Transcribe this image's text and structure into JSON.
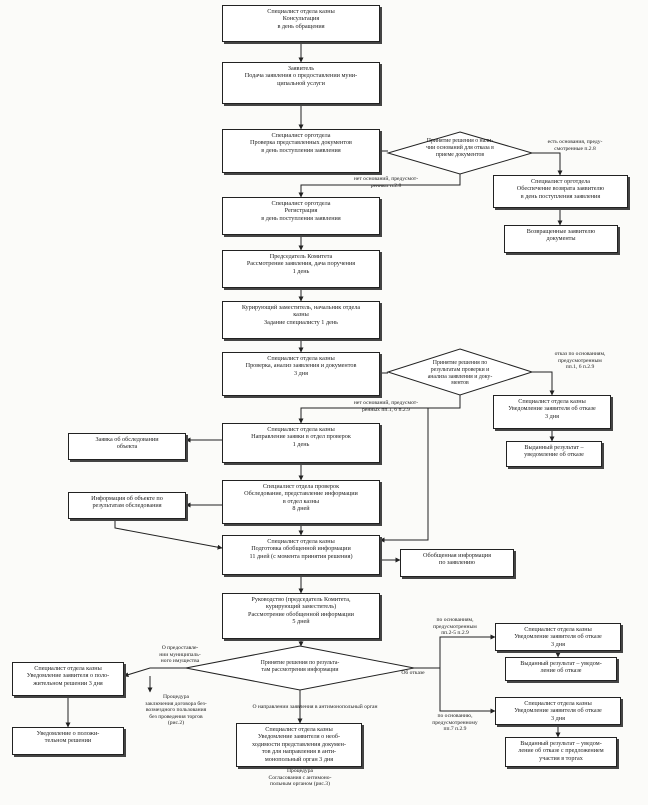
{
  "boxes": {
    "consult": [
      "Специалист отдела казны",
      "Консультация",
      "в день обращения"
    ],
    "zayavitel": [
      "Заявитель",
      "Подача заявления о предоставлении муни-",
      "ципальной услуги"
    ],
    "proverka_docs": [
      "Специалист орготдела",
      "Проверка представленных документов",
      "в день поступления заявления"
    ],
    "return_docs": [
      "Специалист орготдела",
      "Обеспечение возврата заявителю",
      "в день поступления заявления"
    ],
    "returned": [
      "Возвращенные заявителю",
      "документы"
    ],
    "registracia": [
      "Специалист орготдела",
      "Регистрация",
      "в день поступления заявления"
    ],
    "predsedatel": [
      "Председатель Комитета",
      "Рассмотрение заявления, дача поручения",
      "1 день"
    ],
    "kuriruyushiy": [
      "Курирующий заместитель, начальник отдела",
      "казны",
      "Задание специалисту          1 день"
    ],
    "proverka_analiz": [
      "Специалист отдела казны",
      "Проверка, анализ заявления и документов",
      "3 дня"
    ],
    "uved_otkaz1": [
      "Специалист отдела казны",
      "Уведомление заявителя об отказе",
      "3 дня"
    ],
    "vydan1": [
      "Выданный результат –",
      "уведомление об отказе"
    ],
    "napravlenie": [
      "Специалист отдела казны",
      "Направление заявки в отдел проверок",
      "1 день"
    ],
    "zayavka": [
      "Заявка об обследовании",
      "объекта"
    ],
    "obsledovanie": [
      "Специалист отдела проверок",
      "Обследование, представление информации",
      "в отдел казны",
      "8 дней"
    ],
    "info_obekt": [
      "Информация об объекте по",
      "результатам обследования"
    ],
    "podgotovka": [
      "Специалист отдела казны",
      "Подготовка обобщенной информации",
      "11 дней (с момента принятия решения)"
    ],
    "obobshennaya": [
      "Обобщенная информация",
      "по заявлению"
    ],
    "rukovodstvo": [
      "Руководство (председатель Комитета,",
      "курирующий заместитель)",
      "Рассмотрение обобщенной информации",
      "5 дней"
    ],
    "uved_otkaz2": [
      "Специалист отдела казны",
      "Уведомление заявителя об отказе",
      "3 дня"
    ],
    "vydan2": [
      "Выданный результат – уведом-",
      "ление об отказе"
    ],
    "uved_otkaz3": [
      "Специалист отдела казны",
      "Уведомление заявителя об отказе",
      "3 дня"
    ],
    "vydan3": [
      "Выданный результат – уведом-",
      "ление об отказе с предложением",
      "участия в торгах"
    ],
    "uved_polozh": [
      "Специалист отдела казны",
      "Уведомление заявителя о поло-",
      "жительном решении             3 дня"
    ],
    "uved_polozh_doc": [
      "Уведомление о положи-",
      "тельном решении"
    ],
    "antimon": [
      "Специалист отдела казны",
      "Уведомление заявителя о необ-",
      "ходимости представления докумен-",
      "тов для направления в анти-",
      "монопольный орган          3 дня"
    ]
  },
  "diamonds": {
    "d1": [
      "Принятие решения о нали-",
      "чии оснований для отказа в",
      "приеме документов"
    ],
    "d2": [
      "Принятие решения по",
      "результатам проверки и",
      "анализа заявления и доку-",
      "ментов"
    ],
    "d3": [
      "Принятие решения по результа-",
      "там рассмотрения информации"
    ]
  },
  "labels": {
    "l_est_osn": [
      "есть основания, преду-",
      "смотренные п.2.8"
    ],
    "l_net_osn1": [
      "нет оснований, предусмот-",
      "ренных п.2.8"
    ],
    "l_otkaz_osn": [
      "отказ по основаниям,",
      "предусмотренным",
      "пп.1, 6 п.2.9"
    ],
    "l_net_osn2": [
      "нет оснований, предусмот-",
      "ренных пп.1, 6 п.2.9"
    ],
    "l_predost": [
      "О предоставле-",
      "нии муниципаль-",
      "ного имущества"
    ],
    "l_ob_otkaze": [
      "Об отказе"
    ],
    "l_po_osn1": [
      "по основаниям,",
      "предусмотренным",
      "пп.2-5 п.2.9"
    ],
    "l_po_osn2": [
      "по основанию,",
      "предусмотренному",
      "пп.7 п.2.9"
    ],
    "l_napr_antimon": [
      "О направлении заявления в антимонопольный орган"
    ],
    "l_procedura1": [
      "Процедура",
      "заключения договора без-",
      "возмездного пользования",
      "без проведения торгов",
      "(рис.2)"
    ],
    "l_procedura2": [
      "Процедура",
      "Согласования с антимоно-",
      "польным органом (рис.3)"
    ]
  },
  "colors": {
    "line": "#222222",
    "box_border": "#222222",
    "paper": "#fbfbf9"
  }
}
